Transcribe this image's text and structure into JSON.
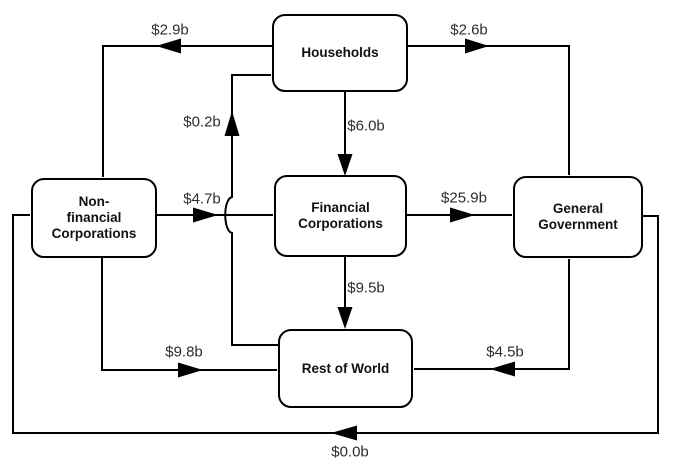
{
  "diagram": {
    "description": "Sector financial flow diagram",
    "nodes": {
      "households": {
        "label": "Households",
        "lines": [
          "Households"
        ]
      },
      "nfc": {
        "label": "Non-financial Corporations",
        "lines": [
          "Non-",
          "financial",
          "Corporations"
        ]
      },
      "fc": {
        "label": "Financial Corporations",
        "lines": [
          "Financial",
          "Corporations"
        ]
      },
      "gg": {
        "label": "General Government",
        "lines": [
          "General",
          "Government"
        ]
      },
      "row": {
        "label": "Rest of World",
        "lines": [
          "Rest of World"
        ]
      }
    },
    "flows": {
      "households_to_nfc": {
        "value": "$2.9b",
        "from": "Households",
        "to": "Non-financial Corporations"
      },
      "households_to_gg": {
        "value": "$2.6b",
        "from": "Households",
        "to": "General Government"
      },
      "households_to_fc": {
        "value": "$6.0b",
        "from": "Households",
        "to": "Financial Corporations"
      },
      "row_to_households": {
        "value": "$0.2b",
        "from": "Rest of World",
        "to": "Households"
      },
      "nfc_to_fc": {
        "value": "$4.7b",
        "from": "Non-financial Corporations",
        "to": "Financial Corporations"
      },
      "fc_to_gg": {
        "value": "$25.9b",
        "from": "Financial Corporations",
        "to": "General Government"
      },
      "fc_to_row": {
        "value": "$9.5b",
        "from": "Financial Corporations",
        "to": "Rest of World"
      },
      "nfc_to_row": {
        "value": "$9.8b",
        "from": "Non-financial Corporations",
        "to": "Rest of World"
      },
      "gg_to_row": {
        "value": "$4.5b",
        "from": "General Government",
        "to": "Rest of World"
      },
      "gg_to_nfc": {
        "value": "$0.0b",
        "from": "General Government",
        "to": "Non-financial Corporations"
      }
    },
    "colors": {
      "line": "#000000",
      "box_border": "#000000",
      "box_fill": "#ffffff",
      "flow_label_text": "#2d2d2d",
      "node_text": "#111111",
      "background": "#ffffff"
    }
  }
}
